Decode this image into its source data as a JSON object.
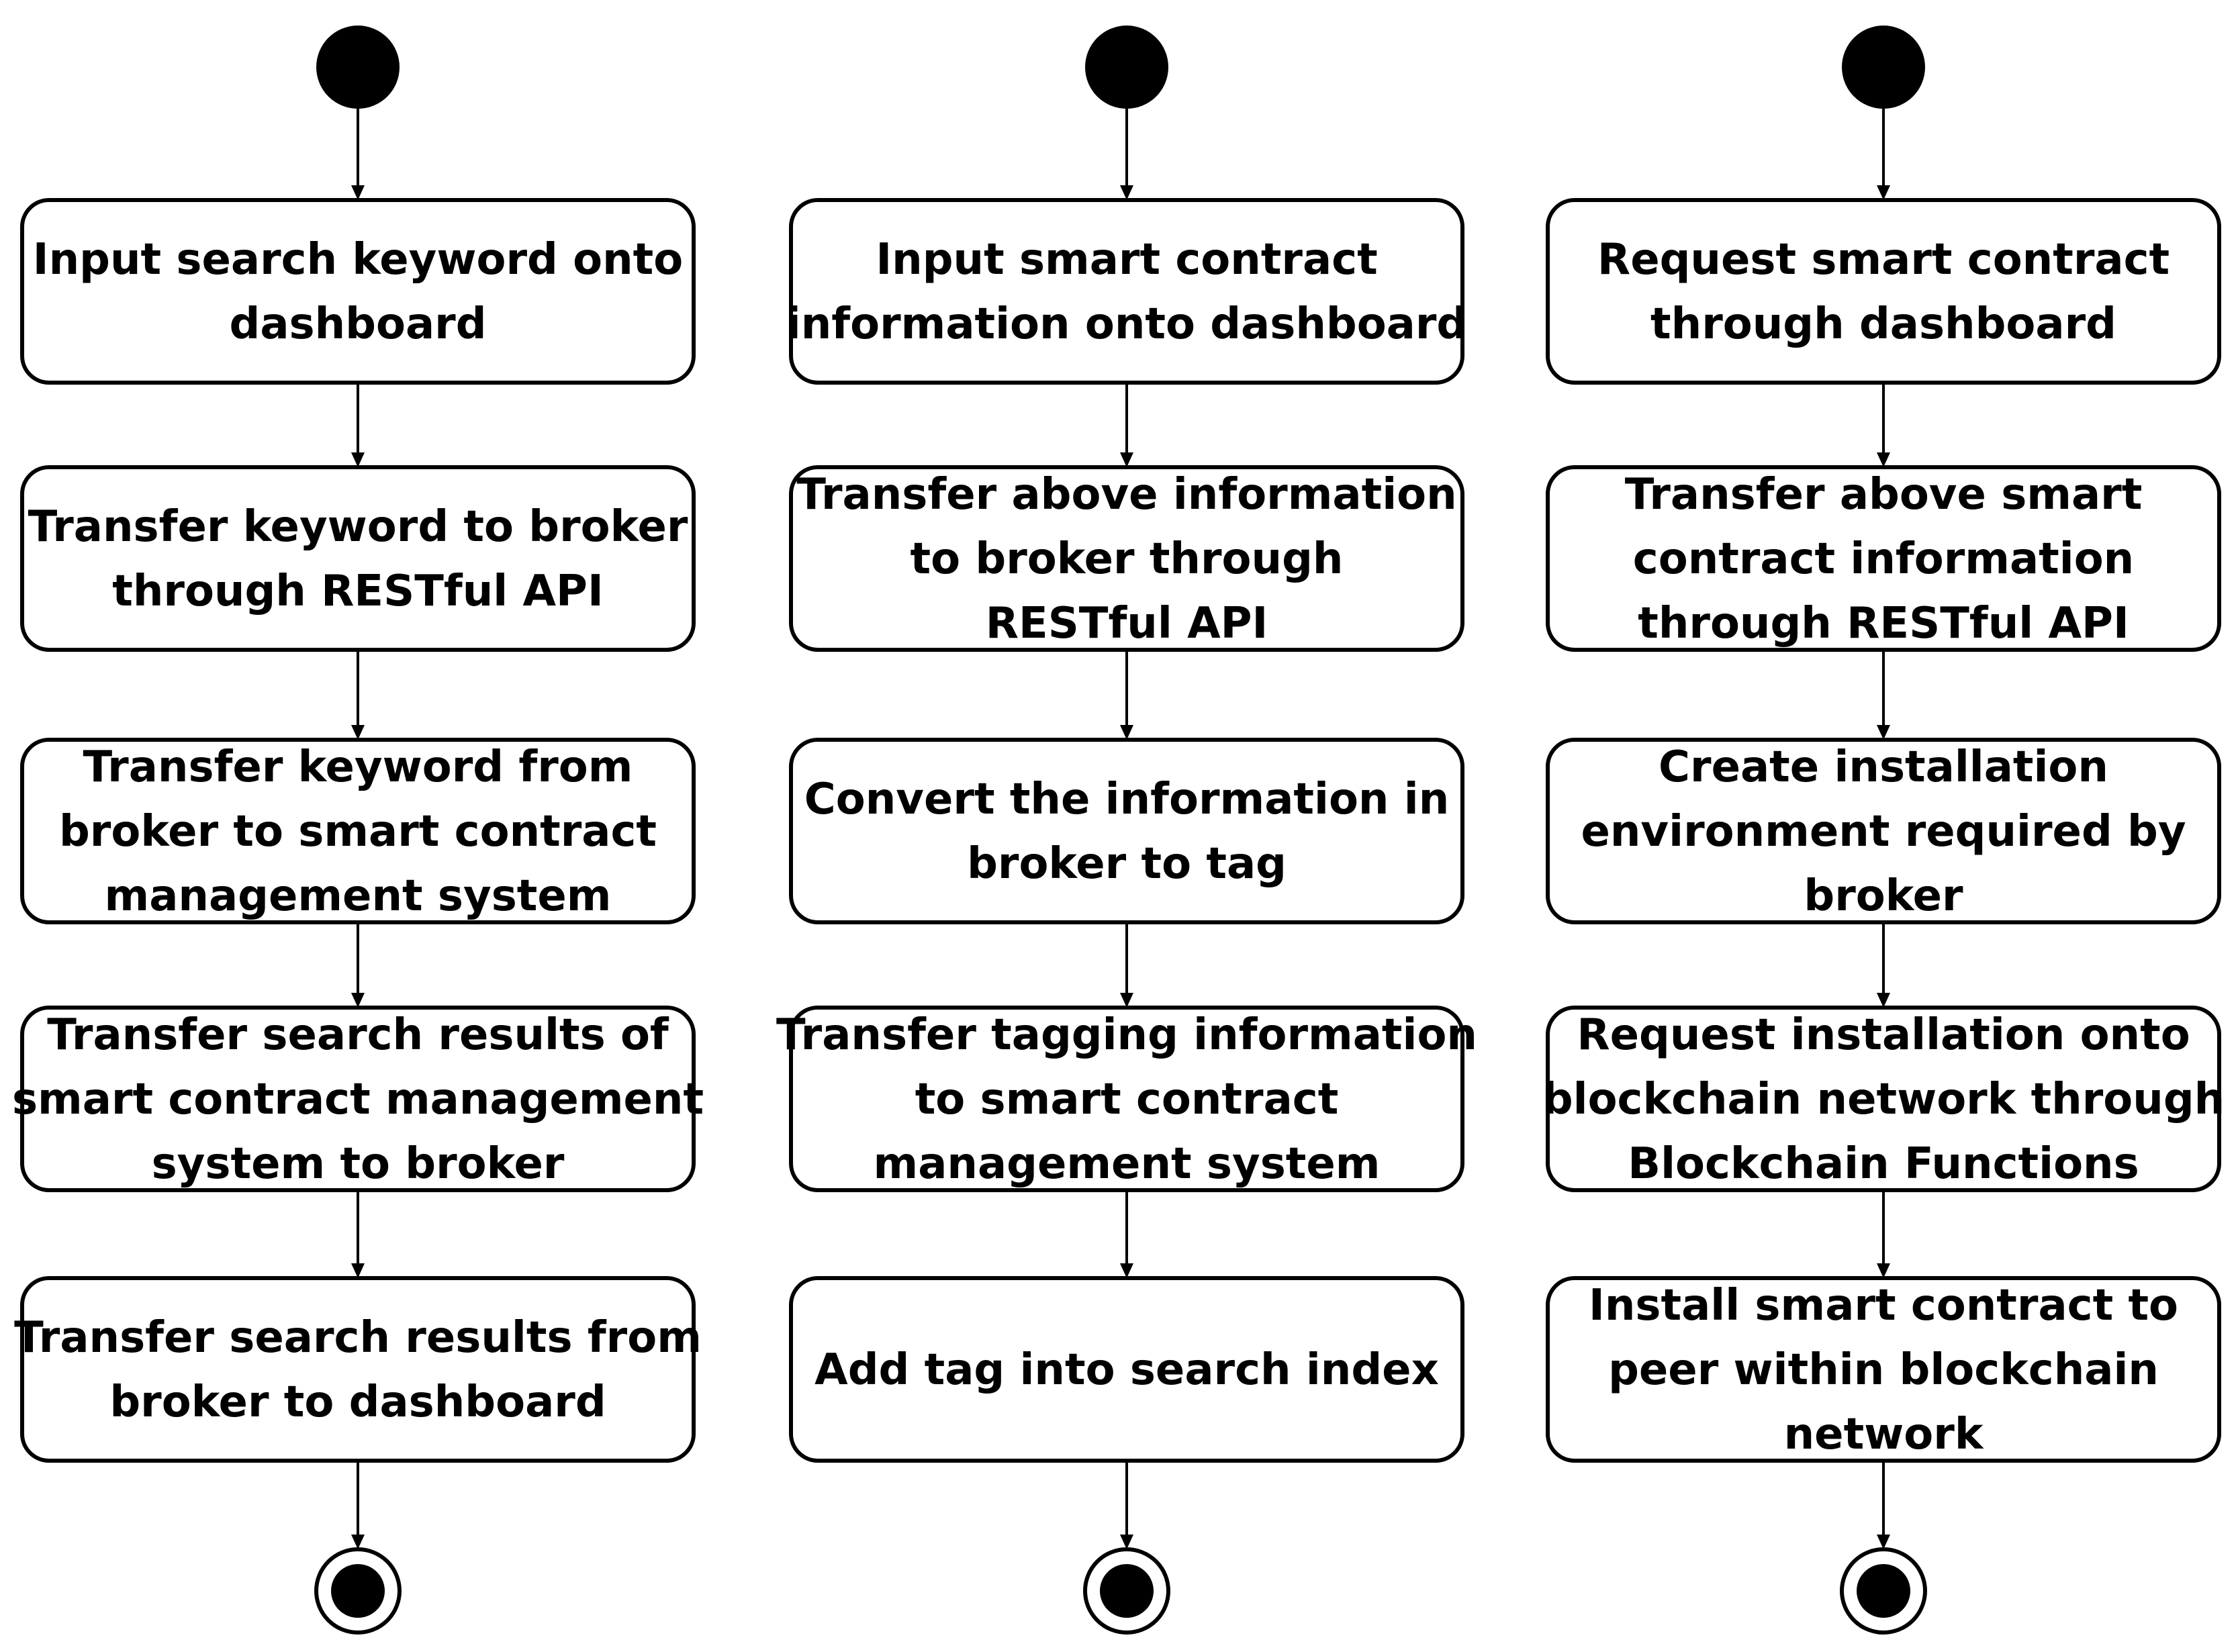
{
  "diagram": {
    "colors": {
      "stroke": "#000000",
      "fill": "#ffffff",
      "node_fill": "#000000"
    },
    "columns": [
      {
        "id": "search",
        "steps": [
          [
            "Input search keyword onto",
            "dashboard"
          ],
          [
            "Transfer keyword to broker",
            "through RESTful API"
          ],
          [
            "Transfer keyword from",
            "broker to smart contract",
            "management system"
          ],
          [
            "Transfer search results of",
            "smart contract management",
            "system to broker"
          ],
          [
            "Transfer search results from",
            "broker to dashboard"
          ]
        ]
      },
      {
        "id": "tagging",
        "steps": [
          [
            "Input smart contract",
            "information onto dashboard"
          ],
          [
            "Transfer above information",
            "to broker through",
            "RESTful API"
          ],
          [
            "Convert the information in",
            "broker to tag"
          ],
          [
            "Transfer tagging information",
            "to smart contract",
            "management system"
          ],
          [
            "Add tag into search index"
          ]
        ]
      },
      {
        "id": "installation",
        "steps": [
          [
            "Request smart contract",
            "through dashboard"
          ],
          [
            "Transfer above smart",
            "contract information",
            "through RESTful API"
          ],
          [
            "Create installation",
            "environment required by",
            "broker"
          ],
          [
            "Request installation onto",
            "blockchain network through",
            "Blockchain Functions"
          ],
          [
            "Install smart contract to",
            "peer within blockchain",
            "network"
          ]
        ]
      }
    ]
  }
}
